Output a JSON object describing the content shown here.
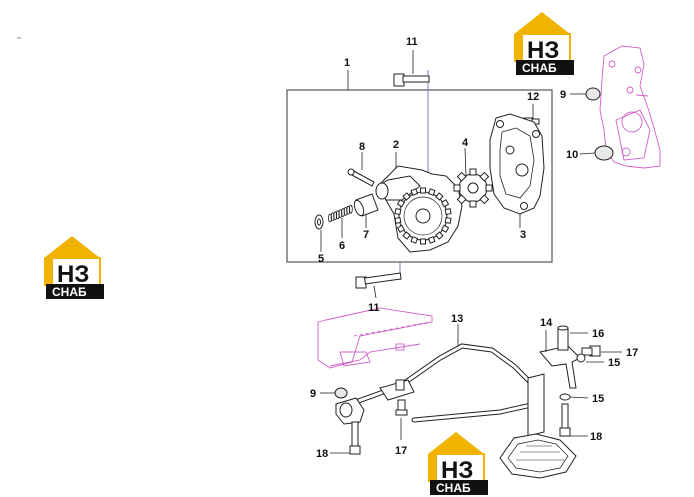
{
  "watermark": {
    "logo_letters": "НЗ",
    "logo_caption": "СНАБ",
    "accent": "#f0b400"
  },
  "callouts": {
    "c1": "1",
    "c2": "2",
    "c3": "3",
    "c4": "4",
    "c5": "5",
    "c6": "6",
    "c7": "7",
    "c8": "8",
    "c9a": "9",
    "c9b": "9",
    "c10": "10",
    "c11a": "11",
    "c11b": "11",
    "c12": "12",
    "c13": "13",
    "c14": "14",
    "c15a": "15",
    "c15b": "15",
    "c16": "16",
    "c17a": "17",
    "c17b": "17",
    "c18a": "18",
    "c18b": "18"
  },
  "colors": {
    "ghost_outline": "#d060c8",
    "guide_line": "#6060c0"
  }
}
